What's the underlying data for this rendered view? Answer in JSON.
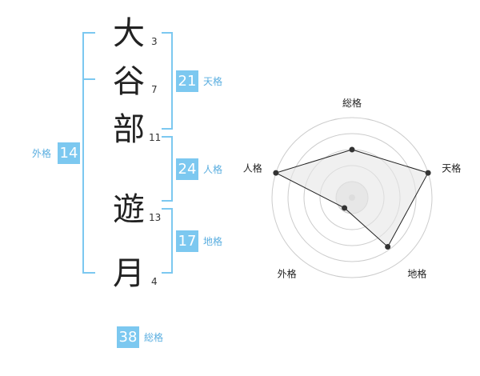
{
  "name": {
    "chars": [
      {
        "char": "大",
        "strokes": "3"
      },
      {
        "char": "谷",
        "strokes": "7"
      },
      {
        "char": "部",
        "strokes": "11"
      },
      {
        "char": "遊",
        "strokes": "13"
      },
      {
        "char": "月",
        "strokes": "4"
      }
    ]
  },
  "scores": {
    "tenkaku": {
      "value": "21",
      "label": "天格"
    },
    "jinkaku": {
      "value": "24",
      "label": "人格"
    },
    "chikaku": {
      "value": "17",
      "label": "地格"
    },
    "gaikaku": {
      "value": "14",
      "label": "外格"
    },
    "soukaku": {
      "value": "38",
      "label": "総格"
    }
  },
  "chart_data": {
    "type": "radar",
    "axes": [
      "総格",
      "天格",
      "地格",
      "外格",
      "人格"
    ],
    "values": [
      3,
      5,
      3.8,
      0.8,
      5
    ],
    "max": 5,
    "rings": 5,
    "colors": {
      "fill": "#e6e6e6",
      "stroke": "#222222",
      "ring": "#cccccc",
      "point": "#333333"
    }
  }
}
